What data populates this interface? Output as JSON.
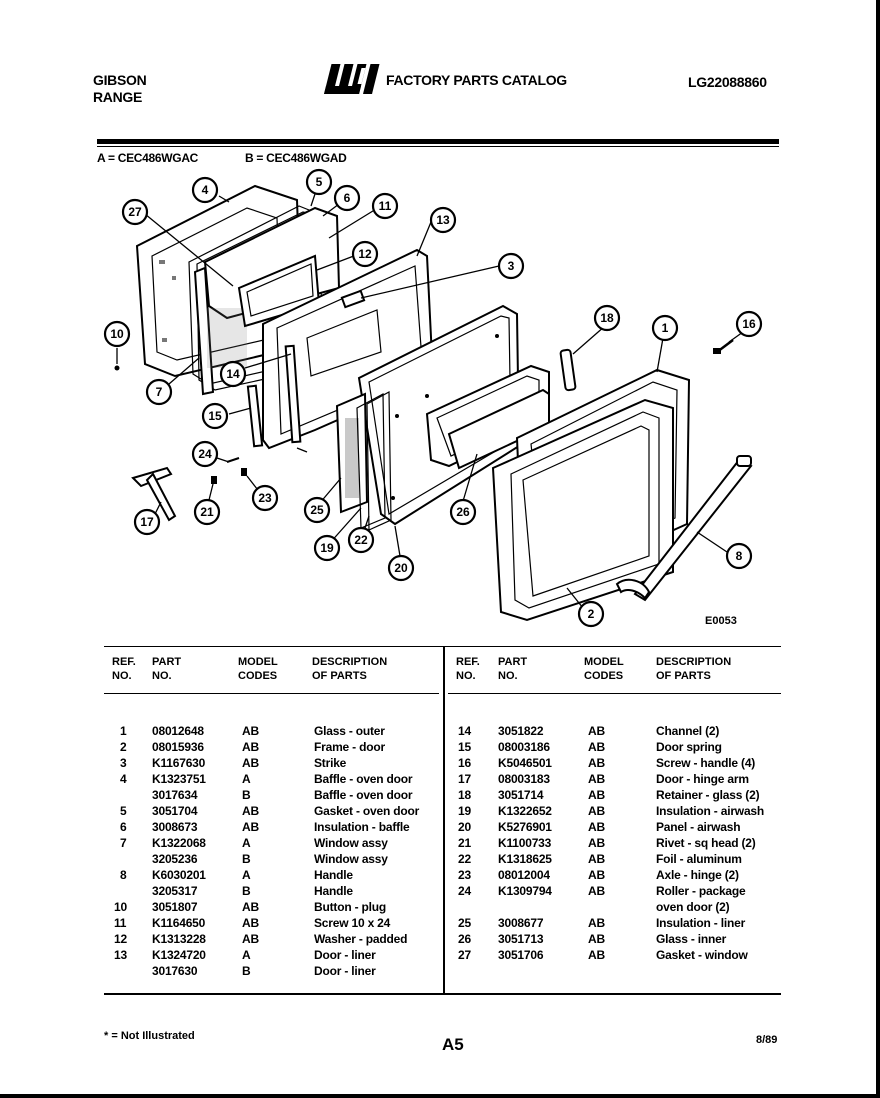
{
  "header": {
    "brand_line1": "GIBSON",
    "brand_line2": "RANGE",
    "logo_text": "WCI",
    "catalog_title": "FACTORY PARTS CATALOG",
    "catalog_number": "LG22088860"
  },
  "models": {
    "a": "A = CEC486WGAC",
    "b": "B = CEC486WGAD"
  },
  "diagram": {
    "figure_code": "E0053",
    "callouts": [
      "4",
      "5",
      "6",
      "11",
      "27",
      "13",
      "12",
      "3",
      "10",
      "7",
      "14",
      "15",
      "18",
      "1",
      "16",
      "24",
      "23",
      "17",
      "21",
      "25",
      "19",
      "22",
      "20",
      "26",
      "8",
      "2"
    ]
  },
  "table": {
    "headers": {
      "ref": "REF.\nNO.",
      "part": "PART\nNO.",
      "model": "MODEL\nCODES",
      "desc": "DESCRIPTION\nOF PARTS"
    },
    "left_rows": [
      {
        "ref": "1",
        "part": "08012648",
        "model": "AB",
        "desc": "Glass - outer"
      },
      {
        "ref": "2",
        "part": "08015936",
        "model": "AB",
        "desc": "Frame - door"
      },
      {
        "ref": "3",
        "part": "K1167630",
        "model": "AB",
        "desc": "Strike"
      },
      {
        "ref": "4",
        "part": "K1323751",
        "model": "A",
        "desc": "Baffle - oven door"
      },
      {
        "ref": "",
        "part": "3017634",
        "model": "B",
        "desc": "Baffle - oven door"
      },
      {
        "ref": "5",
        "part": "3051704",
        "model": "AB",
        "desc": "Gasket - oven door"
      },
      {
        "ref": "6",
        "part": "3008673",
        "model": "AB",
        "desc": "Insulation - baffle"
      },
      {
        "ref": "7",
        "part": "K1322068",
        "model": "A",
        "desc": "Window assy"
      },
      {
        "ref": "",
        "part": "3205236",
        "model": "B",
        "desc": "Window assy"
      },
      {
        "ref": "8",
        "part": "K6030201",
        "model": "A",
        "desc": "Handle"
      },
      {
        "ref": "",
        "part": "3205317",
        "model": "B",
        "desc": "Handle"
      },
      {
        "ref": "10",
        "part": "3051807",
        "model": "AB",
        "desc": "Button - plug"
      },
      {
        "ref": "11",
        "part": "K1164650",
        "model": "AB",
        "desc": "Screw 10 x 24"
      },
      {
        "ref": "12",
        "part": "K1313228",
        "model": "AB",
        "desc": "Washer - padded"
      },
      {
        "ref": "13",
        "part": "K1324720",
        "model": "A",
        "desc": "Door - liner"
      },
      {
        "ref": "",
        "part": "3017630",
        "model": "B",
        "desc": "Door - liner"
      }
    ],
    "right_rows": [
      {
        "ref": "14",
        "part": "3051822",
        "model": "AB",
        "desc": "Channel (2)"
      },
      {
        "ref": "15",
        "part": "08003186",
        "model": "AB",
        "desc": "Door spring"
      },
      {
        "ref": "16",
        "part": "K5046501",
        "model": "AB",
        "desc": "Screw - handle (4)"
      },
      {
        "ref": "17",
        "part": "08003183",
        "model": "AB",
        "desc": "Door - hinge arm"
      },
      {
        "ref": "18",
        "part": "3051714",
        "model": "AB",
        "desc": "Retainer - glass (2)"
      },
      {
        "ref": "19",
        "part": "K1322652",
        "model": "AB",
        "desc": "Insulation - airwash"
      },
      {
        "ref": "20",
        "part": "K5276901",
        "model": "AB",
        "desc": "Panel - airwash"
      },
      {
        "ref": "21",
        "part": "K1100733",
        "model": "AB",
        "desc": "Rivet - sq head (2)"
      },
      {
        "ref": "22",
        "part": "K1318625",
        "model": "AB",
        "desc": "Foil - aluminum"
      },
      {
        "ref": "23",
        "part": "08012004",
        "model": "AB",
        "desc": "Axle - hinge (2)"
      },
      {
        "ref": "24",
        "part": "K1309794",
        "model": "AB",
        "desc": "Roller - package"
      },
      {
        "ref": "",
        "part": "",
        "model": "",
        "desc": "oven door (2)"
      },
      {
        "ref": "25",
        "part": "3008677",
        "model": "AB",
        "desc": "Insulation - liner"
      },
      {
        "ref": "26",
        "part": "3051713",
        "model": "AB",
        "desc": "Glass - inner"
      },
      {
        "ref": "27",
        "part": "3051706",
        "model": "AB",
        "desc": "Gasket - window"
      }
    ]
  },
  "footer": {
    "note": "* = Not Illustrated",
    "page": "A5",
    "date": "8/89"
  }
}
